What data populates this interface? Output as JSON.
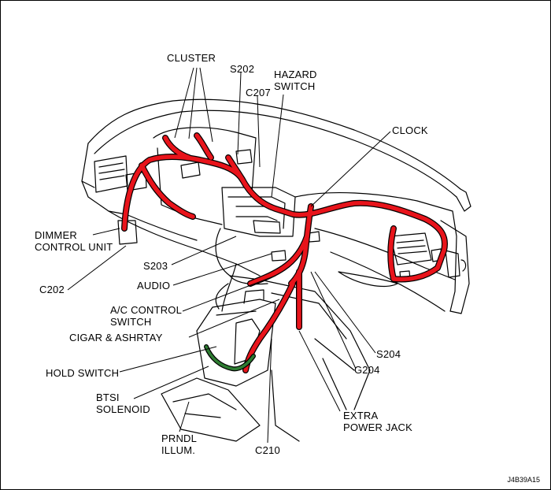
{
  "diagram_code": "J4B39A15",
  "colors": {
    "harness": "#e8141b",
    "harness_green": "#2e7d32",
    "line": "#000000",
    "background": "#ffffff"
  },
  "labels": {
    "cluster": "CLUSTER",
    "s202": "S202",
    "hazard_switch": "HAZARD\nSWITCH",
    "c207": "C207",
    "clock": "CLOCK",
    "dimmer_control_unit": "DIMMER\nCONTROL UNIT",
    "s203": "S203",
    "c202": "C202",
    "audio": "AUDIO",
    "ac_control_switch": "A/C CONTROL\nSWITCH",
    "cigar_ashtray": "CIGAR & ASHRTAY",
    "hold_switch": "HOLD SWITCH",
    "btsi_solenoid": "BTSI\nSOLENOID",
    "prndl_illum": "PRNDL\nILLUM.",
    "c210": "C210",
    "extra_power_jack": "EXTRA\nPOWER JACK",
    "s204": "S204",
    "g204": "G204"
  }
}
